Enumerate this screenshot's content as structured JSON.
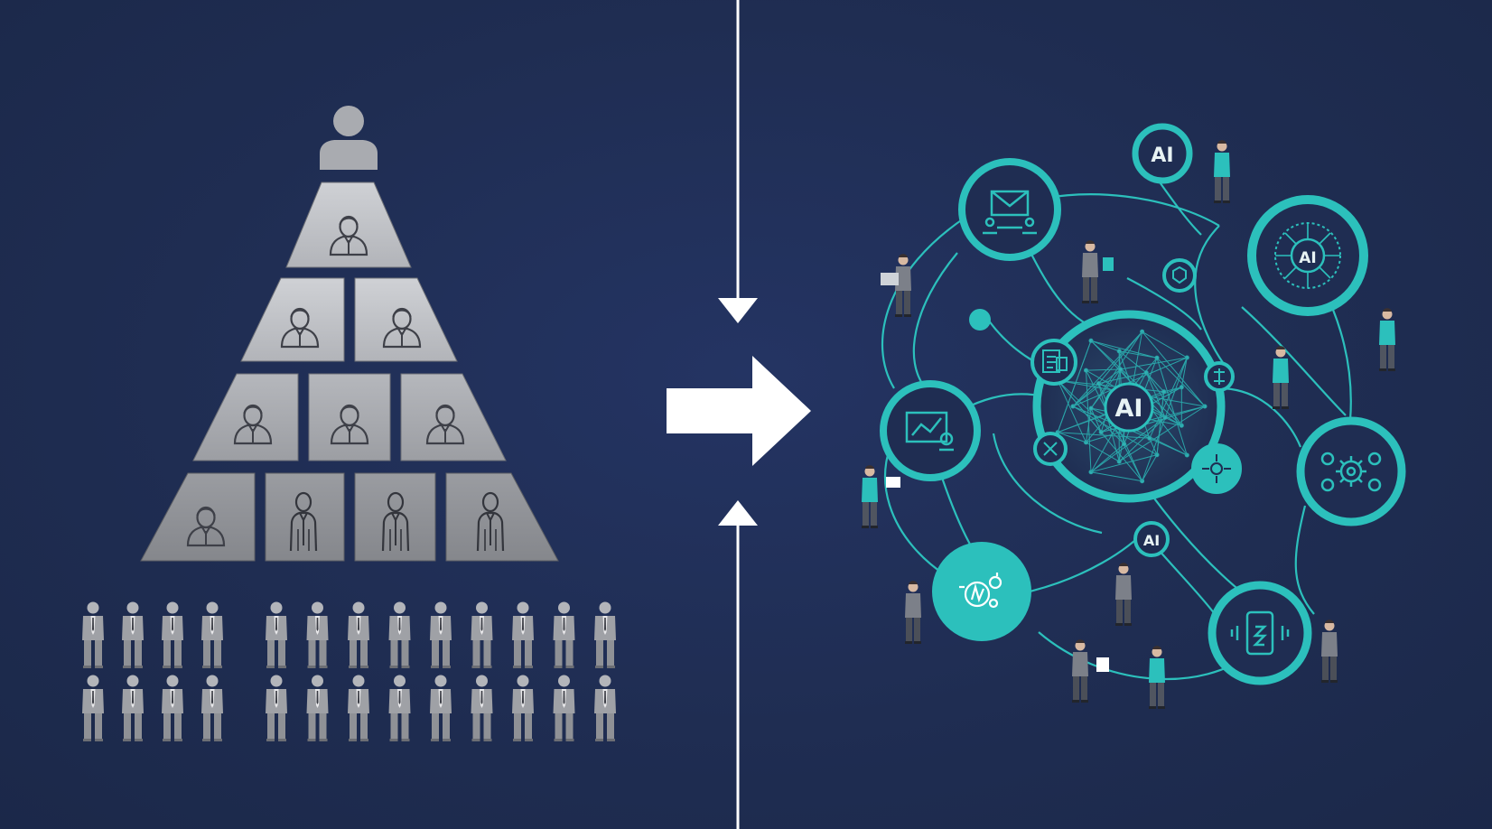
{
  "colors": {
    "background": "#1f2d52",
    "teal": "#2cc0bc",
    "teal_bright": "#36d2cc",
    "pyramid_light": "#bfc1c6",
    "pyramid_dark": "#8e9096",
    "worker_gray": "#9a9ca2",
    "white": "#ffffff"
  },
  "hierarchy": {
    "rows": [
      1,
      2,
      3,
      4
    ],
    "workers_rows": 2,
    "workers_left_group": 4,
    "workers_right_group": 9
  },
  "network": {
    "hub_label": "AI",
    "nodes": [
      {
        "name": "node-top-ai",
        "label": "AI",
        "icon": "ai-text"
      },
      {
        "name": "node-ai-chip",
        "label": "AI",
        "icon": "ai-circuit-icon"
      },
      {
        "name": "node-small-ai",
        "label": "AI",
        "icon": "ai-text"
      },
      {
        "name": "node-meeting",
        "label": "",
        "icon": "meeting-icon"
      },
      {
        "name": "node-dashboard",
        "label": "",
        "icon": "dashboard-icon"
      },
      {
        "name": "node-gears",
        "label": "",
        "icon": "gears-icon"
      },
      {
        "name": "node-brain",
        "label": "",
        "icon": "brain-gear-icon"
      },
      {
        "name": "node-phone",
        "label": "",
        "icon": "phone-icon"
      }
    ]
  }
}
